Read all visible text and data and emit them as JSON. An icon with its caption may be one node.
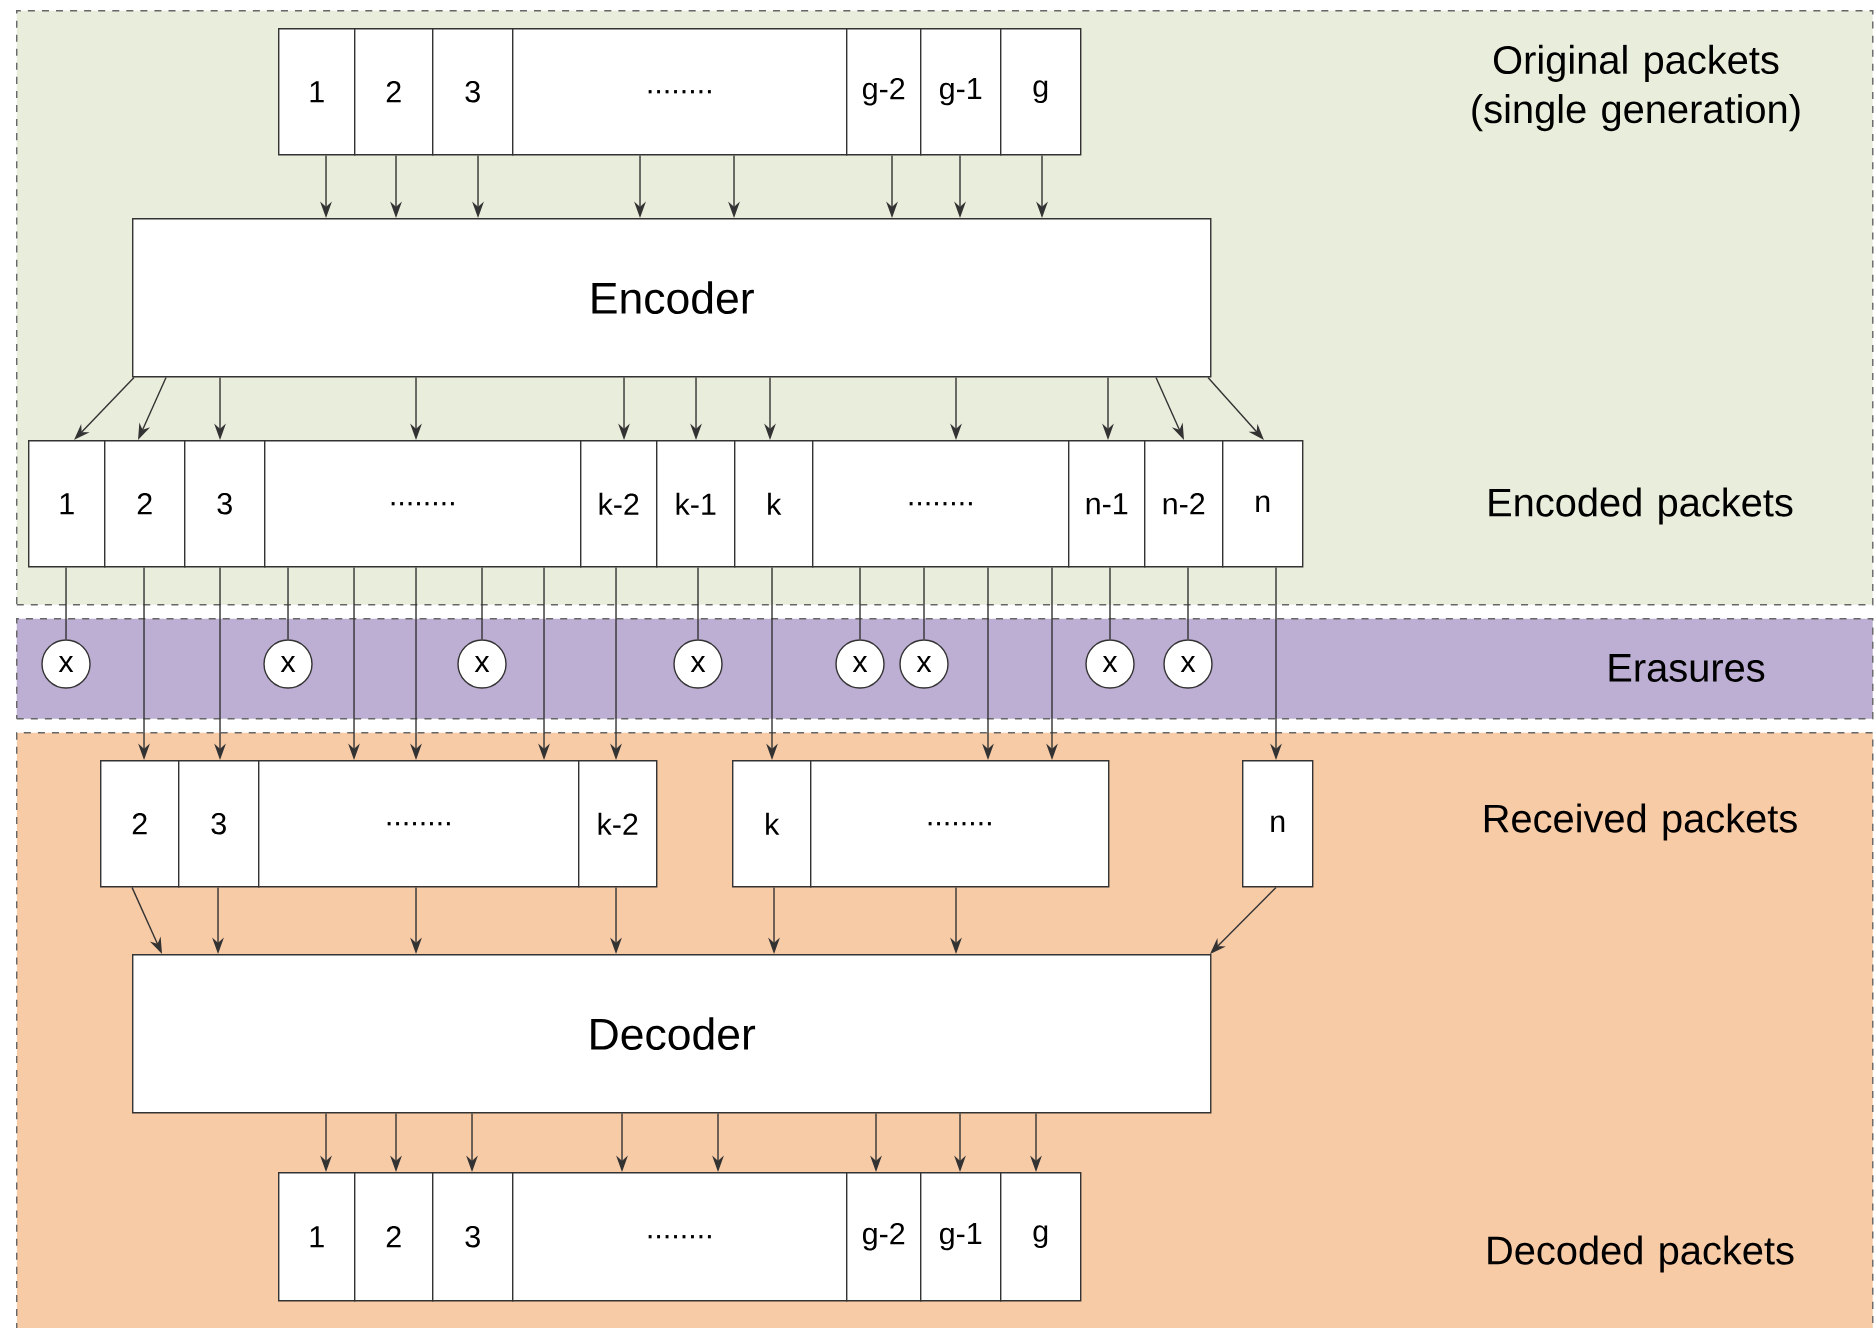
{
  "diagram": {
    "nodes": [
      {
        "text": [
          "Original packets (single generation)",
          "Encoded packets"
        ]
      },
      {
        "text": [
          "1"
        ],
        "in": 0
      },
      {
        "text": [
          "2"
        ],
        "in": 0
      },
      {
        "text": [
          "3"
        ],
        "in": 0
      },
      {
        "text": [
          "........"
        ],
        "in": 0
      },
      {
        "text": [
          "g-2"
        ],
        "in": 0
      },
      {
        "text": [
          "g-1"
        ],
        "in": 0
      },
      {
        "text": [
          "g"
        ],
        "in": 0
      },
      {
        "text": [
          "Encoder"
        ],
        "in": 0
      },
      {
        "text": [
          "1"
        ],
        "in": 0
      },
      {
        "text": [
          "2"
        ],
        "in": 0
      },
      {
        "text": [
          "3"
        ],
        "in": 0
      },
      {
        "text": [
          "........"
        ],
        "in": 0
      },
      {
        "text": [
          "k-2"
        ],
        "in": 0
      },
      {
        "text": [
          "k-1"
        ],
        "in": 0
      },
      {
        "text": [
          "k"
        ],
        "in": 0
      },
      {
        "text": [
          "........"
        ],
        "in": 0
      },
      {
        "text": [
          "n-1"
        ],
        "in": 0
      },
      {
        "text": [
          "n-2"
        ],
        "in": 0
      },
      {
        "text": [
          "n"
        ],
        "in": 0
      },
      {
        "text": [
          "Erasures"
        ]
      },
      {
        "text": [
          "x"
        ],
        "in": 20
      },
      {
        "text": [
          "x"
        ],
        "in": 20
      },
      {
        "text": [
          "x"
        ],
        "in": 20
      },
      {
        "text": [
          "x"
        ],
        "in": 20
      },
      {
        "text": [
          "x"
        ],
        "in": 20
      },
      {
        "text": [
          "x"
        ],
        "in": 20
      },
      {
        "text": [
          "x"
        ],
        "in": 20
      },
      {
        "text": [
          "x"
        ],
        "in": 20
      },
      {
        "text": [
          "Received packets",
          "Decoded packets"
        ]
      },
      {
        "text": [
          "2"
        ],
        "in": 29
      },
      {
        "text": [
          "3"
        ],
        "in": 29
      },
      {
        "text": [
          "........"
        ],
        "in": 29
      },
      {
        "text": [
          "k-2"
        ],
        "in": 29
      },
      {
        "text": [
          "k"
        ],
        "in": 29
      },
      {
        "text": [
          "........"
        ],
        "in": 29
      },
      {
        "text": [
          "n"
        ],
        "in": 29
      },
      {
        "text": [
          "Decoder"
        ],
        "in": 29
      },
      {
        "text": [
          "1"
        ],
        "in": 29
      },
      {
        "text": [
          "2"
        ],
        "in": 29
      },
      {
        "text": [
          "3"
        ],
        "in": 29
      },
      {
        "text": [
          "........"
        ],
        "in": 29
      },
      {
        "text": [
          "g-2"
        ],
        "in": 29
      },
      {
        "text": [
          "g-1"
        ],
        "in": 29
      },
      {
        "text": [
          "g"
        ],
        "in": 29
      }
    ],
    "edges": [
      {
        "from": 1,
        "to": 8,
        "arrow": "to"
      },
      {
        "from": 2,
        "to": 8,
        "arrow": "to"
      },
      {
        "from": 3,
        "to": 8,
        "arrow": "to"
      },
      {
        "from": 4,
        "to": 8,
        "arrow": "to"
      },
      {
        "from": 4,
        "to": 8,
        "arrow": "to"
      },
      {
        "from": 5,
        "to": 8,
        "arrow": "to"
      },
      {
        "from": 6,
        "to": 8,
        "arrow": "to"
      },
      {
        "from": 7,
        "to": 8,
        "arrow": "to"
      },
      {
        "from": 8,
        "to": 9,
        "arrow": "to"
      },
      {
        "from": 8,
        "to": 10,
        "arrow": "to"
      },
      {
        "from": 8,
        "to": 11,
        "arrow": "to"
      },
      {
        "from": 8,
        "to": 12,
        "arrow": "to"
      },
      {
        "from": 8,
        "to": 13,
        "arrow": "to"
      },
      {
        "from": 8,
        "to": 14,
        "arrow": "to"
      },
      {
        "from": 8,
        "to": 15,
        "arrow": "to"
      },
      {
        "from": 8,
        "to": 16,
        "arrow": "to"
      },
      {
        "from": 8,
        "to": 17,
        "arrow": "to"
      },
      {
        "from": 8,
        "to": 18,
        "arrow": "to"
      },
      {
        "from": 8,
        "to": 19,
        "arrow": "to"
      },
      {
        "from": 9,
        "to": 21,
        "arrow": "none"
      },
      {
        "from": 10,
        "to": 30,
        "arrow": "to"
      },
      {
        "from": 11,
        "to": 31,
        "arrow": "to"
      },
      {
        "from": 12,
        "to": 22,
        "arrow": "none"
      },
      {
        "from": 12,
        "to": 32,
        "arrow": "to"
      },
      {
        "from": 12,
        "to": 32,
        "arrow": "to"
      },
      {
        "from": 12,
        "to": 23,
        "arrow": "none"
      },
      {
        "from": 12,
        "to": 32,
        "arrow": "to"
      },
      {
        "from": 13,
        "to": 33,
        "arrow": "to"
      },
      {
        "from": 14,
        "to": 24,
        "arrow": "none"
      },
      {
        "from": 15,
        "to": 34,
        "arrow": "to"
      },
      {
        "from": 16,
        "to": 25,
        "arrow": "none"
      },
      {
        "from": 16,
        "to": 26,
        "arrow": "none"
      },
      {
        "from": 16,
        "to": 35,
        "arrow": "to"
      },
      {
        "from": 16,
        "to": 35,
        "arrow": "to"
      },
      {
        "from": 17,
        "to": 27,
        "arrow": "none"
      },
      {
        "from": 18,
        "to": 28,
        "arrow": "none"
      },
      {
        "from": 19,
        "to": 36,
        "arrow": "to"
      },
      {
        "from": 30,
        "to": 37,
        "arrow": "to"
      },
      {
        "from": 31,
        "to": 37,
        "arrow": "to"
      },
      {
        "from": 32,
        "to": 37,
        "arrow": "to"
      },
      {
        "from": 33,
        "to": 37,
        "arrow": "to"
      },
      {
        "from": 34,
        "to": 37,
        "arrow": "to"
      },
      {
        "from": 35,
        "to": 37,
        "arrow": "to"
      },
      {
        "from": 36,
        "to": 37,
        "arrow": "to"
      },
      {
        "from": 37,
        "to": 38,
        "arrow": "to"
      },
      {
        "from": 37,
        "to": 39,
        "arrow": "to"
      },
      {
        "from": 37,
        "to": 40,
        "arrow": "to"
      },
      {
        "from": 37,
        "to": 41,
        "arrow": "to"
      },
      {
        "from": 37,
        "to": 41,
        "arrow": "to"
      },
      {
        "from": 37,
        "to": 42,
        "arrow": "to"
      },
      {
        "from": 37,
        "to": 43,
        "arrow": "to"
      },
      {
        "from": 37,
        "to": 44,
        "arrow": "to"
      }
    ]
  }
}
